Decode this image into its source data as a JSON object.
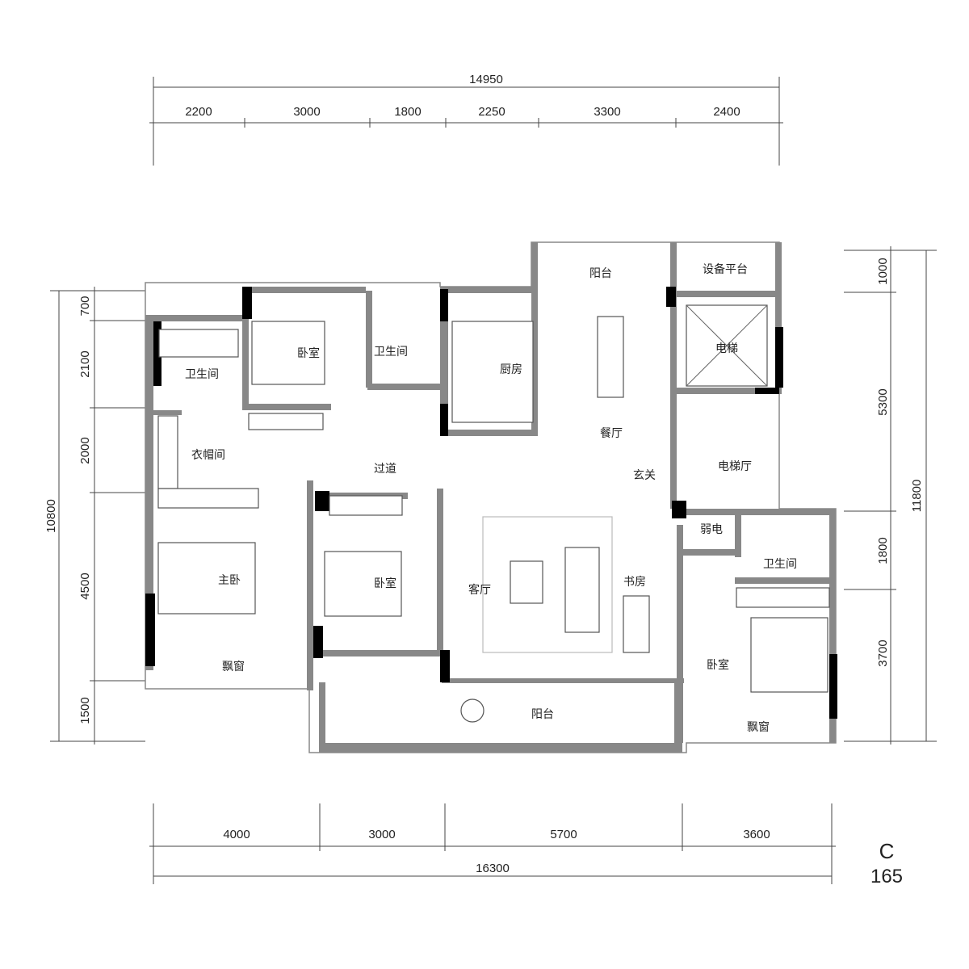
{
  "dimensions": {
    "top_total": "14950",
    "top_segments": [
      "2200",
      "3000",
      "1800",
      "2250",
      "3300",
      "2400"
    ],
    "left_total": "10800",
    "left_segments": [
      "700",
      "2100",
      "2000",
      "4500",
      "1500"
    ],
    "right_total": "11800",
    "right_segments": [
      "1000",
      "5300",
      "1800",
      "3700"
    ],
    "bottom_total": "16300",
    "bottom_segments": [
      "4000",
      "3000",
      "5700",
      "3600"
    ]
  },
  "rooms": {
    "balcony_top": "阳台",
    "equipment_platform": "设备平台",
    "bedroom_top": "卧室",
    "bathroom_mid": "卫生间",
    "kitchen": "厨房",
    "elevator": "电梯",
    "bathroom_left": "卫生间",
    "cloakroom": "衣帽间",
    "dining": "餐厅",
    "corridor": "过道",
    "foyer": "玄关",
    "elevator_hall": "电梯厅",
    "weak_current": "弱电",
    "master_bedroom": "主卧",
    "bedroom_mid": "卧室",
    "living_room": "客厅",
    "study": "书房",
    "bathroom_right": "卫生间",
    "bedroom_right": "卧室",
    "bay_window_left": "飘窗",
    "balcony_bottom": "阳台",
    "bay_window_right": "飘窗"
  },
  "unit": {
    "type": "C",
    "area": "165"
  }
}
